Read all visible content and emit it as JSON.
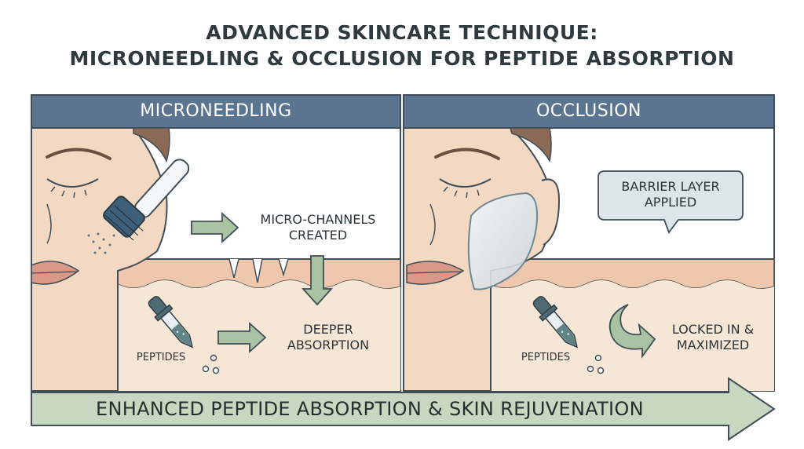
{
  "title": {
    "line1": "ADVANCED SKINCARE TECHNIQUE:",
    "line2": "MICRONEEDLING & OCCLUSION FOR PEPTIDE ABSORPTION"
  },
  "panels": {
    "left": {
      "header": "MICRONEEDLING",
      "label_channels": "MICRO-CHANNELS\nCREATED",
      "label_absorption": "DEEPER\nABSORPTION",
      "label_peptides": "PEPTIDES"
    },
    "right": {
      "header": "OCCLUSION",
      "callout": "BARRIER LAYER\nAPPLIED",
      "label_locked": "LOCKED IN &\nMAXIMIZED",
      "label_peptides": "PEPTIDES"
    }
  },
  "footer": "ENHANCED PEPTIDE ABSORPTION & SKIN REJUVENATION",
  "colors": {
    "header": "#5b7590",
    "skin": "#f3d9c1",
    "skin_layer": "#eec7ad",
    "arrow": "#a8c2a2",
    "callout": "#dbe5ea",
    "footer": "#c6d8c0"
  }
}
